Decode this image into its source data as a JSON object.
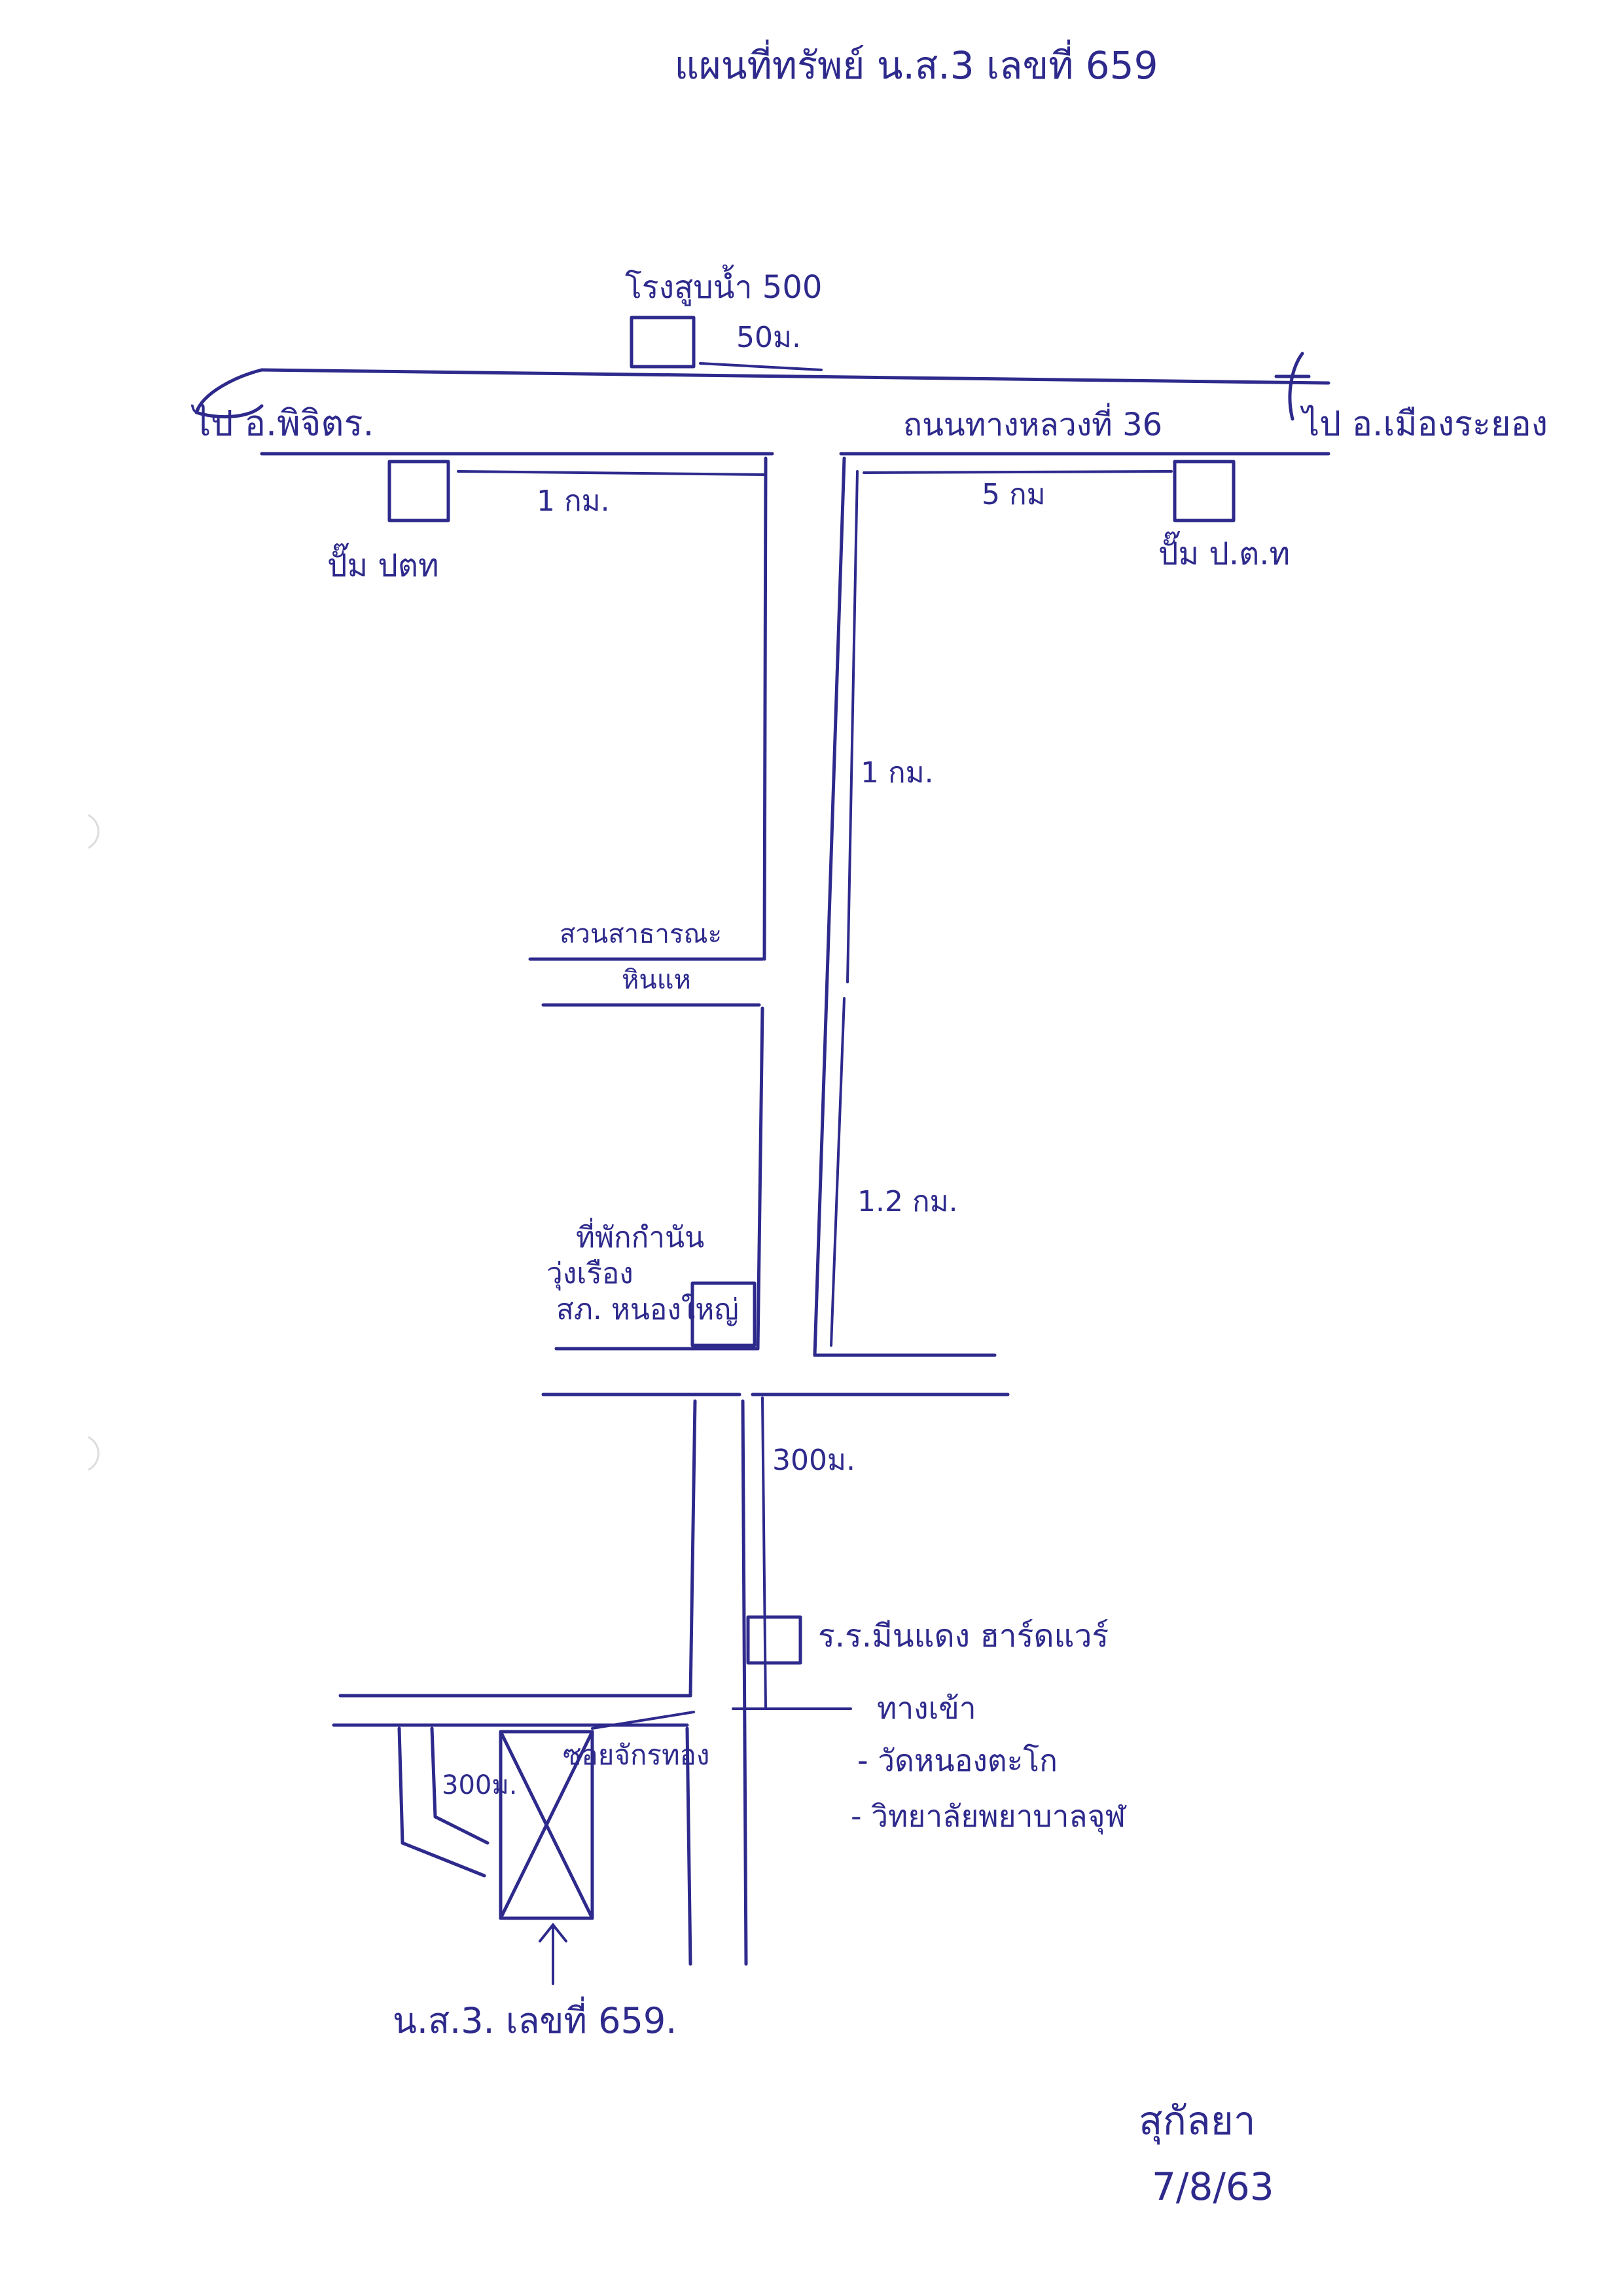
{
  "map": {
    "title": "แผนที่ทรัพย์ น.ส.3 เลขที่ 659",
    "to_left_city": "ไป อ.พิจิตร.",
    "to_right_city": "ไป อ.เมืองระยอง",
    "main_road": "ถนนทางหลวงที่ 36",
    "tower": "โรงสูบน้ำ 500",
    "dist_tower": "50ม.",
    "pump_left": "ปั๊ม ปตท",
    "dist_pump_left": "1 กม.",
    "pump_right": "ปั๊ม ป.ต.ท",
    "dist_pump_right": "5 กม",
    "dist_main_1": "1 กม.",
    "park_line1": "สวนสาธารณะ",
    "park_line2": "หินแห",
    "temple_line1": "ที่พักกำนัน",
    "temple_line2": "วุ่งเรือง",
    "temple_line3": "สภ. หนองใหญ่",
    "dist_main_2": "1.2 กม.",
    "dist_side": "300ม.",
    "shop": "ร.ร.มีนแดง ฮาร์ดแวร์",
    "way_in": "ทางเข้า",
    "way_item1": "- วัดหนองตะโก",
    "way_item2": "- วิทยาลัยพยาบาลจุฬ",
    "lane_name": "ซอยจักรทอง",
    "dist_lane": "300ม.",
    "parcel_label": "น.ส.3. เลขที่ 659.",
    "signature": "สุกัลยา",
    "date": "7/8/63"
  }
}
